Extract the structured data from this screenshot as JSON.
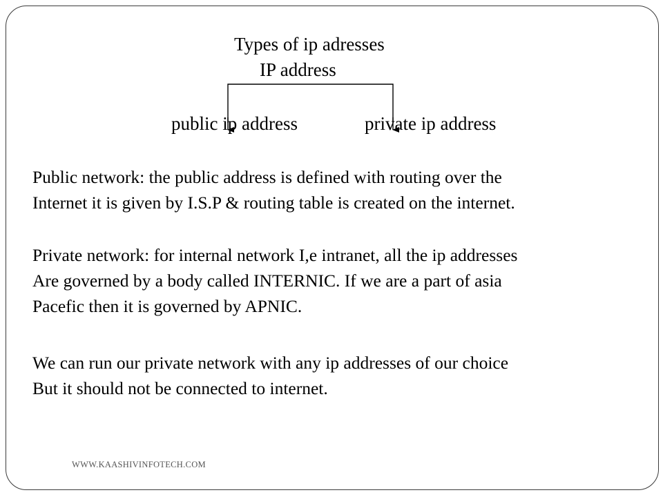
{
  "slide": {
    "title": "Types of ip adresses",
    "subtitle": "IP address",
    "branches": [
      {
        "label": "public ip address"
      },
      {
        "label": "private ip address"
      }
    ],
    "paragraphs": [
      {
        "lines": [
          "Public network: the public address is defined with routing over the",
          "Internet it is given by I.S.P & routing table is created on the internet."
        ]
      },
      {
        "lines": [
          "Private network: for internal network I,e intranet, all the ip addresses",
          "Are governed by a body called INTERNIC. If we are a part of asia",
          "Pacefic then it is governed by APNIC."
        ]
      },
      {
        "lines": [
          "We can run our private network with any ip addresses of our choice",
          "But it  should not be connected to internet."
        ]
      }
    ],
    "footer": "WWW.KAASHIVINFOTECH.COM"
  },
  "colors": {
    "text": "#000000",
    "frame": "#3a3a3a",
    "footer": "#555555"
  }
}
